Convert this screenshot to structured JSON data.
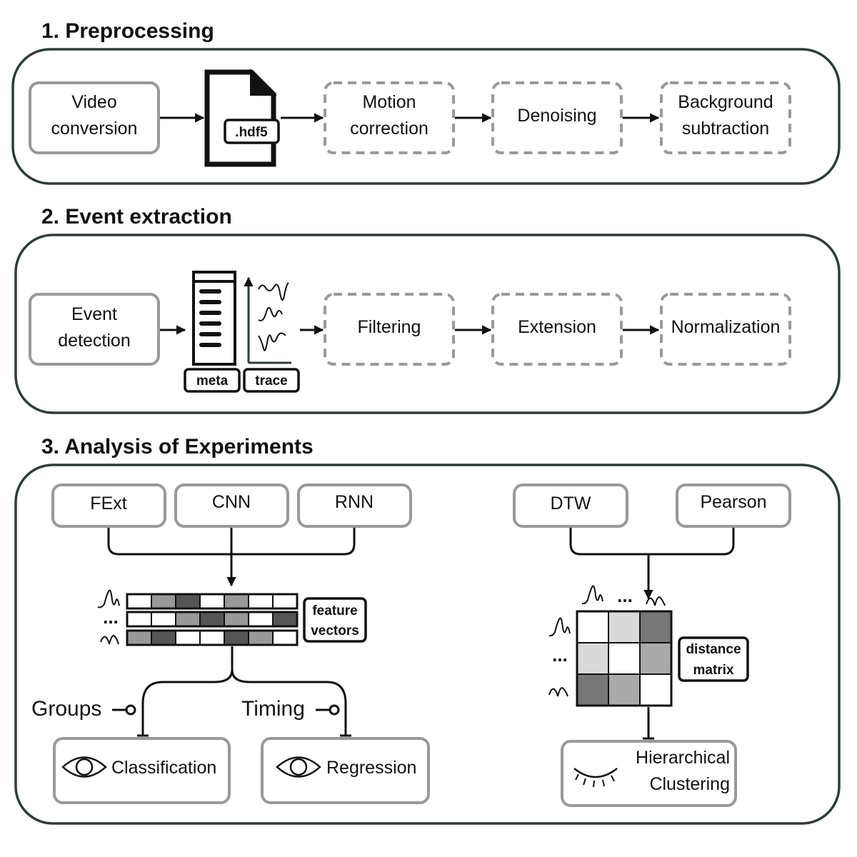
{
  "sections": {
    "preprocessing": {
      "title": "1. Preprocessing",
      "video_line1": "Video",
      "video_line2": "conversion",
      "file_tag": ".hdf5",
      "motion_line1": "Motion",
      "motion_line2": "correction",
      "denoising": "Denoising",
      "background_line1": "Background",
      "background_line2": "subtraction"
    },
    "event_extraction": {
      "title": "2. Event extraction",
      "event_line1": "Event",
      "event_line2": "detection",
      "meta_tag": "meta",
      "trace_tag": "trace",
      "filtering": "Filtering",
      "extension": "Extension",
      "normalization": "Normalization"
    },
    "analysis": {
      "title": "3. Analysis of Experiments",
      "fext": "FExt",
      "cnn": "CNN",
      "rnn": "RNN",
      "dtw": "DTW",
      "pearson": "Pearson",
      "feature_line1": "feature",
      "feature_line2": "vectors",
      "distance_line1": "distance",
      "distance_line2": "matrix",
      "ellipsis": "...",
      "groups": "Groups",
      "timing": "Timing",
      "classification": "Classification",
      "regression": "Regression",
      "clustering_line1": "Hierarchical",
      "clustering_line2": "Clustering"
    }
  },
  "feature_vectors": [
    [
      "#ffffff",
      "#999999",
      "#555555",
      "#ffffff",
      "#999999",
      "#ffffff",
      "#ffffff"
    ],
    [
      "#ffffff",
      "#ffffff",
      "#999999",
      "#555555",
      "#999999",
      "#ffffff",
      "#555555"
    ],
    [
      "#999999",
      "#555555",
      "#ffffff",
      "#ffffff",
      "#555555",
      "#999999",
      "#ffffff"
    ]
  ],
  "distance_matrix": [
    [
      "#ffffff",
      "#d9d9d9",
      "#777777"
    ],
    [
      "#d9d9d9",
      "#ffffff",
      "#aaaaaa"
    ],
    [
      "#777777",
      "#aaaaaa",
      "#ffffff"
    ]
  ]
}
